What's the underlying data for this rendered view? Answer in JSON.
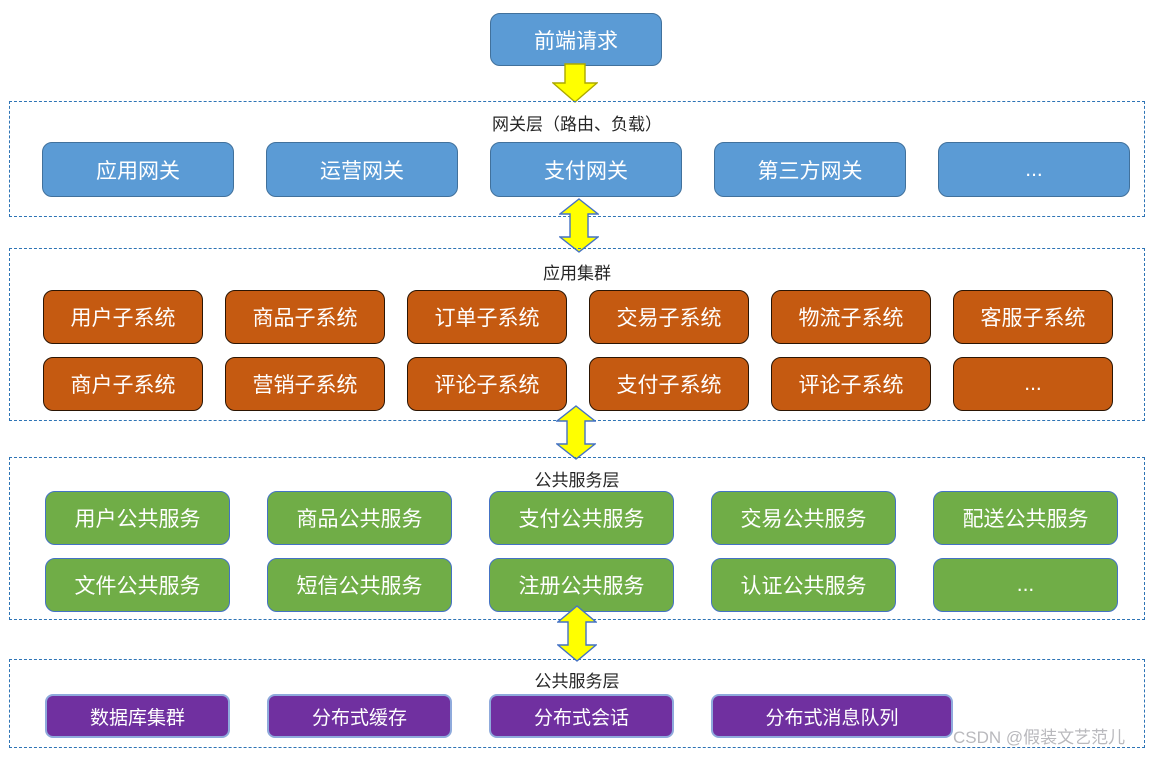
{
  "entry": {
    "label": "前端请求"
  },
  "layers": [
    {
      "label": "网关层（路由、负载）",
      "rows": [
        [
          "应用网关",
          "运营网关",
          "支付网关",
          "第三方网关",
          "..."
        ]
      ]
    },
    {
      "label": "应用集群",
      "rows": [
        [
          "用户子系统",
          "商品子系统",
          "订单子系统",
          "交易子系统",
          "物流子系统",
          "客服子系统"
        ],
        [
          "商户子系统",
          "营销子系统",
          "评论子系统",
          "支付子系统",
          "评论子系统",
          "..."
        ]
      ]
    },
    {
      "label": "公共服务层",
      "rows": [
        [
          "用户公共服务",
          "商品公共服务",
          "支付公共服务",
          "交易公共服务",
          "配送公共服务"
        ],
        [
          "文件公共服务",
          "短信公共服务",
          "注册公共服务",
          "认证公共服务",
          "..."
        ]
      ]
    },
    {
      "label": "公共服务层",
      "rows": [
        [
          "数据库集群",
          "分布式缓存",
          "分布式会话",
          "分布式消息队列"
        ]
      ]
    }
  ],
  "watermark": "CSDN @假装文艺范儿",
  "colors": {
    "gateway_fill": "#5B9BD5",
    "gateway_border": "#41719C",
    "app_fill": "#C55A11",
    "app_border": "#2B1503",
    "service_fill": "#70AD47",
    "service_border": "#4472C4",
    "infra_fill": "#7030A0",
    "infra_border": "#8FAADC",
    "layer_outline": "#2E74B5",
    "arrow_fill": "#FFFF00",
    "arrow_double_outline": "#4472C4",
    "text_on_box": "#FFFFFF",
    "label_text": "#262626",
    "watermark_text": "#B9B9BD"
  }
}
